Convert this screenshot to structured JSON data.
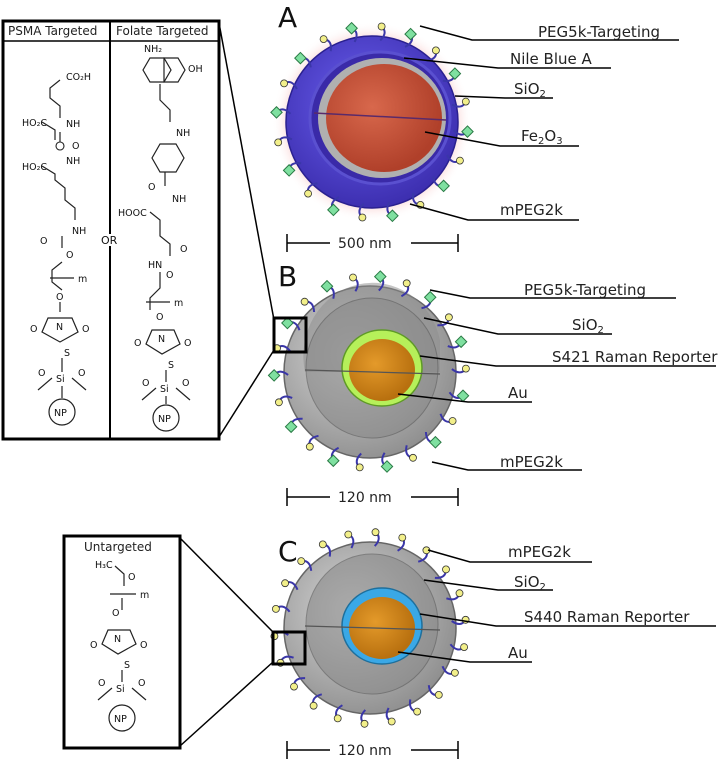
{
  "panels": {
    "A": {
      "letter": "A",
      "labels": [
        "PEG5k-Targeting",
        "Nile Blue A",
        "SiO2",
        "Fe2O3",
        "mPEG2k"
      ],
      "scale": "500 nm"
    },
    "B": {
      "letter": "B",
      "labels": [
        "PEG5k-Targeting",
        "SiO2",
        "S421 Raman Reporter",
        "Au",
        "mPEG2k"
      ],
      "scale": "120 nm"
    },
    "C": {
      "letter": "C",
      "labels": [
        "mPEG2k",
        "SiO2",
        "S440 Raman Reporter",
        "Au"
      ],
      "scale": "120 nm"
    }
  },
  "chemistry": {
    "psma_header": "PSMA Targeted",
    "folate_header": "Folate Targeted",
    "or_text": "OR",
    "untargeted_header": "Untargeted",
    "atoms": {
      "co2h": "CO₂H",
      "ho2c": "HO₂C",
      "nh": "NH",
      "nh2": "NH₂",
      "hooc": "HOOC",
      "hn": "HN",
      "oh": "OH",
      "n": "N",
      "o": "O",
      "s": "S",
      "si": "Si",
      "np": "NP",
      "h3c": "H₃C",
      "m": "m"
    }
  },
  "colors": {
    "silica_blue": "#4a3fc4",
    "iron_oxide": "#c8553a",
    "silica_gray": "#a9a9a9",
    "gold_core": "#d38a1c",
    "reporter_green": "#b6f05a",
    "reporter_blue": "#3aa8e6",
    "targeting_ligand": "#7fe0a0",
    "peg_ball": "#f2ef8a",
    "peg_chain": "#3a36a8"
  }
}
